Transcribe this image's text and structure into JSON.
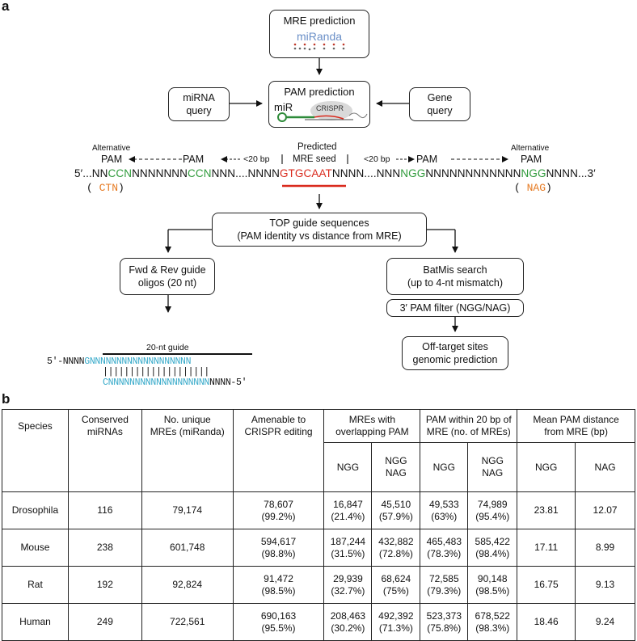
{
  "panel_a": {
    "label": "a",
    "mre_box": {
      "title": "MRE prediction",
      "tool": "miRanda"
    },
    "mirna_query": [
      "miRNA",
      "query"
    ],
    "gene_query": [
      "Gene",
      "query"
    ],
    "pam_box": {
      "title": "PAM prediction",
      "mir": "miR",
      "crispr": "CRISPR"
    },
    "alt_left": "Alternative",
    "alt_right": "Alternative",
    "pam_left": "PAM",
    "pam_right": "PAM",
    "pam_mid_left": "PAM",
    "pam_mid_right": "PAM",
    "dist_left": "<20 bp",
    "dist_right": "<20 bp",
    "predicted": "Predicted",
    "mre_seed": "MRE seed",
    "seq": {
      "p1": "5′...NN",
      "ccn1": "CCN",
      "p2": "NNNNNNN",
      "ccn2": "CCN",
      "p3": "NNN....NNNN",
      "seed": "GTGCAAT",
      "p4": "NNNN....NNN",
      "ngg1": "NGG",
      "p5": "NNNNNNNNNNNN",
      "ngg2": "NGG",
      "p6": "NNNN...3′"
    },
    "ctn": "CTN",
    "nag": "NAG",
    "top_box": [
      "TOP guide sequences",
      "(PAM identity vs distance from MRE)"
    ],
    "fwd_box": [
      "Fwd & Rev guide",
      "oligos (20 nt)"
    ],
    "batmis_box": [
      "BatMis search",
      "(up to 4-nt mismatch)"
    ],
    "pam_filter": "3′ PAM filter (NGG/NAG)",
    "offtarget_box": [
      "Off-target sites",
      "genomic prediction"
    ],
    "guide_label": "20-nt guide",
    "guide_top_prefix": "5′-NNNN",
    "guide_top": "GNNNNNNNNNNNNNNNNNNN",
    "guide_bars": "||||||||||||||||||||",
    "guide_bottom": "CNNNNNNNNNNNNNNNNNNN",
    "guide_bottom_suffix": "NNNN-5′"
  },
  "panel_b": {
    "label": "b",
    "headers": {
      "species": "Species",
      "conserved": [
        "Conserved",
        "miRNAs"
      ],
      "unique": [
        "No. unique",
        "MREs (miRanda)"
      ],
      "amenable": [
        "Amenable to",
        "CRISPR editing"
      ],
      "overlap": [
        "MREs with",
        "overlapping PAM"
      ],
      "within": [
        "PAM within 20 bp of",
        "MRE (no. of MREs)"
      ],
      "mean": [
        "Mean PAM distance",
        "from MRE (bp)"
      ]
    },
    "sub": {
      "ngg": "NGG",
      "ngg_nag": [
        "NGG",
        "NAG"
      ],
      "nag": "NAG"
    },
    "rows": [
      {
        "species": "Drosophila",
        "conserved": "116",
        "unique": "79,174",
        "amenable": [
          "78,607",
          "(99.2%)"
        ],
        "ov_ngg": [
          "16,847",
          "(21.4%)"
        ],
        "ov_nag": [
          "45,510",
          "(57.9%)"
        ],
        "w_ngg": [
          "49,533",
          "(63%)"
        ],
        "w_nag": [
          "74,989",
          "(95.4%)"
        ],
        "m_ngg": "23.81",
        "m_nag": "12.07"
      },
      {
        "species": "Mouse",
        "conserved": "238",
        "unique": "601,748",
        "amenable": [
          "594,617",
          "(98.8%)"
        ],
        "ov_ngg": [
          "187,244",
          "(31.5%)"
        ],
        "ov_nag": [
          "432,882",
          "(72.8%)"
        ],
        "w_ngg": [
          "465,483",
          "(78.3%)"
        ],
        "w_nag": [
          "585,422",
          "(98.4%)"
        ],
        "m_ngg": "17.11",
        "m_nag": "8.99"
      },
      {
        "species": "Rat",
        "conserved": "192",
        "unique": "92,824",
        "amenable": [
          "91,472",
          "(98.5%)"
        ],
        "ov_ngg": [
          "29,939",
          "(32.7%)"
        ],
        "ov_nag": [
          "68,624",
          "(75%)"
        ],
        "w_ngg": [
          "72,585",
          "(79.3%)"
        ],
        "w_nag": [
          "90,148",
          "(98.5%)"
        ],
        "m_ngg": "16.75",
        "m_nag": "9.13"
      },
      {
        "species": "Human",
        "conserved": "249",
        "unique": "722,561",
        "amenable": [
          "690,163",
          "(95.5%)"
        ],
        "ov_ngg": [
          "208,463",
          "(30.2%)"
        ],
        "ov_nag": [
          "492,392",
          "(71.3%)"
        ],
        "w_ngg": [
          "523,373",
          "(75.8%)"
        ],
        "w_nag": [
          "678,522",
          "(98.3%)"
        ],
        "m_ngg": "18.46",
        "m_nag": "9.24"
      }
    ]
  }
}
